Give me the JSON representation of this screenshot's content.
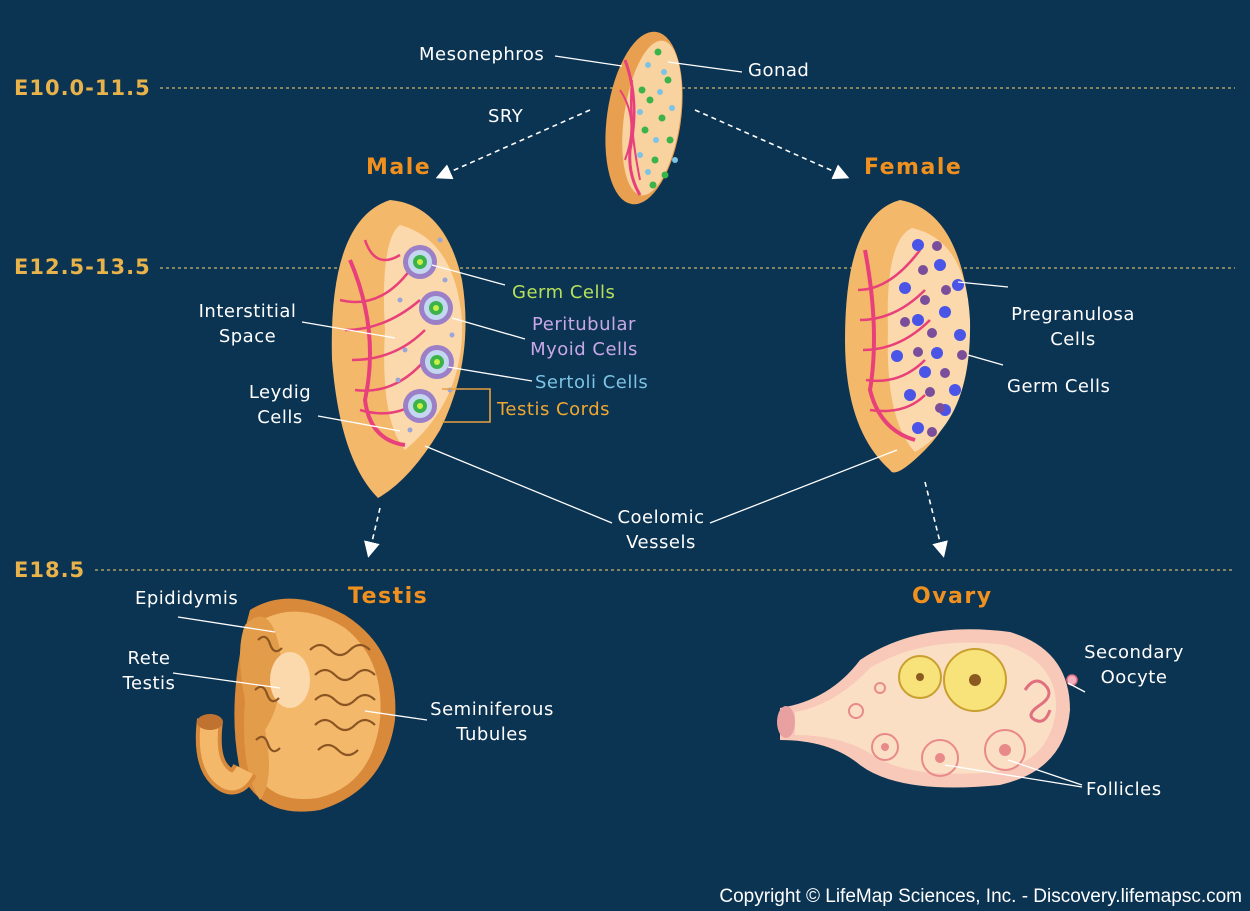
{
  "stages": {
    "s1": "E10.0-11.5",
    "s2": "E12.5-13.5",
    "s3": "E18.5"
  },
  "headings": {
    "male": "Male",
    "female": "Female",
    "testis": "Testis",
    "ovary": "Ovary"
  },
  "labels": {
    "mesonephros": "Mesonephros",
    "gonad": "Gonad",
    "sry": "SRY",
    "interstitial_space": "Interstitial\nSpace",
    "leydig_cells": "Leydig\nCells",
    "germ_cells_male": "Germ Cells",
    "peritubular": "Peritubular\nMyoid Cells",
    "sertoli": "Sertoli Cells",
    "testis_cords": "Testis Cords",
    "pregranulosa": "Pregranulosa\nCells",
    "germ_cells_female": "Germ Cells",
    "coelomic_vessels": "Coelomic\nVessels",
    "epididymis": "Epididymis",
    "rete_testis": "Rete\nTestis",
    "seminiferous": "Seminiferous\nTubules",
    "secondary_oocyte": "Secondary\nOocyte",
    "follicles": "Follicles"
  },
  "copyright": "Copyright © LifeMap Sciences, Inc. - Discovery.lifemapsc.com",
  "colors": {
    "background": "#0b3352",
    "stage_label": "#e8b34a",
    "heading": "#f0901e",
    "tissue": "#f4b86a",
    "vessel": "#e8407a"
  }
}
